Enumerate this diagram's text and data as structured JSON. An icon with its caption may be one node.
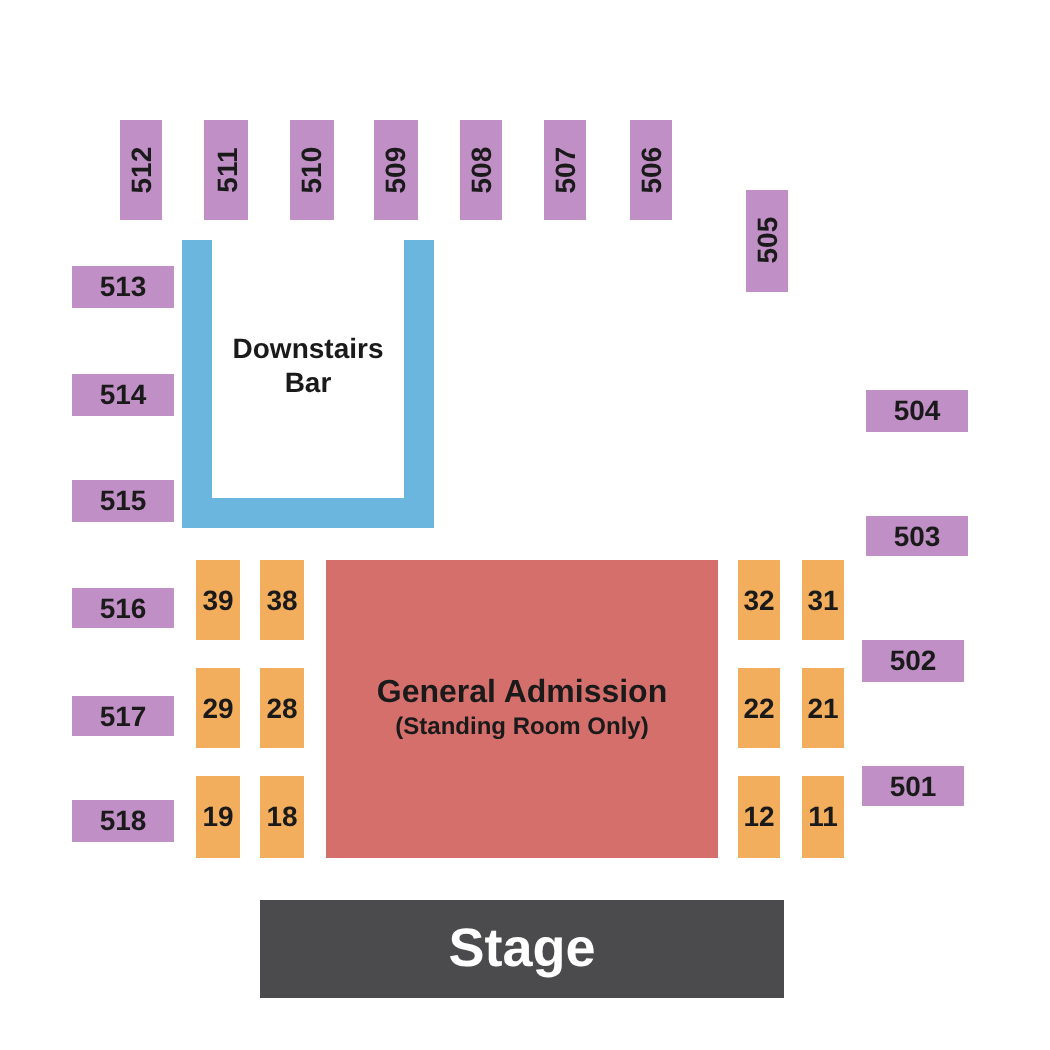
{
  "diagram": {
    "nodes": [
      {
        "text": [
          "512"
        ]
      },
      {
        "text": [
          "511"
        ]
      },
      {
        "text": [
          "510"
        ]
      },
      {
        "text": [
          "509"
        ]
      },
      {
        "text": [
          "508"
        ]
      },
      {
        "text": [
          "507"
        ]
      },
      {
        "text": [
          "506"
        ]
      },
      {
        "text": [
          "505"
        ]
      },
      {
        "text": [
          "Downstairs Bar"
        ]
      },
      {
        "text": [
          "513"
        ]
      },
      {
        "text": [
          "514"
        ]
      },
      {
        "text": [
          "504"
        ]
      },
      {
        "text": [
          "515"
        ]
      },
      {
        "text": [
          "503"
        ]
      },
      {
        "text": [
          "39"
        ]
      },
      {
        "text": [
          "38"
        ]
      },
      {
        "text": [
          "General Admission",
          "(Standing Room Only)"
        ]
      },
      {
        "text": [
          "32"
        ]
      },
      {
        "text": [
          "31"
        ]
      },
      {
        "text": [
          "516"
        ]
      },
      {
        "text": [
          "502"
        ]
      },
      {
        "text": [
          "29"
        ]
      },
      {
        "text": [
          "28"
        ]
      },
      {
        "text": [
          "22"
        ]
      },
      {
        "text": [
          "21"
        ]
      },
      {
        "text": [
          "517"
        ]
      },
      {
        "text": [
          "501"
        ]
      },
      {
        "text": [
          "19"
        ]
      },
      {
        "text": [
          "18"
        ]
      },
      {
        "text": [
          "12"
        ]
      },
      {
        "text": [
          "11"
        ]
      },
      {
        "text": [
          "518"
        ]
      },
      {
        "text": [
          "Stage"
        ]
      }
    ]
  }
}
